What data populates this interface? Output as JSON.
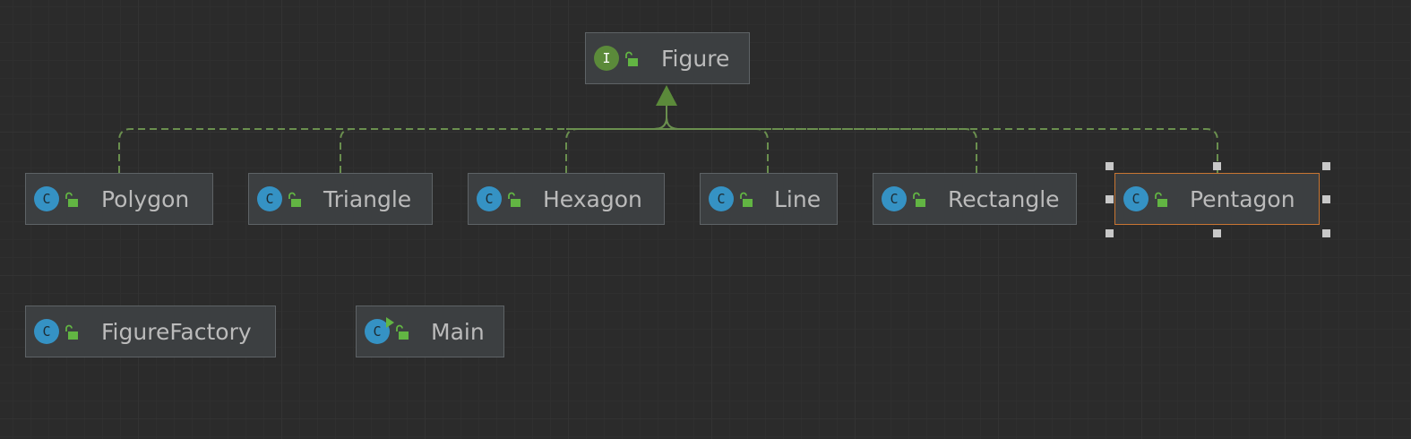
{
  "diagram": {
    "interface_node": {
      "name": "Figure",
      "kind": "interface",
      "kind_letter": "I",
      "visibility_icon": "public-unlock-icon"
    },
    "class_nodes": [
      {
        "name": "Polygon",
        "kind": "class",
        "kind_letter": "C"
      },
      {
        "name": "Triangle",
        "kind": "class",
        "kind_letter": "C"
      },
      {
        "name": "Hexagon",
        "kind": "class",
        "kind_letter": "C"
      },
      {
        "name": "Line",
        "kind": "class",
        "kind_letter": "C"
      },
      {
        "name": "Rectangle",
        "kind": "class",
        "kind_letter": "C"
      },
      {
        "name": "Pentagon",
        "kind": "class",
        "kind_letter": "C",
        "selected": true
      }
    ],
    "standalone_nodes": [
      {
        "name": "FigureFactory",
        "kind": "class",
        "kind_letter": "C"
      },
      {
        "name": "Main",
        "kind": "class",
        "kind_letter": "C",
        "runnable": true
      }
    ],
    "relations": [
      {
        "from": "Polygon",
        "to": "Figure",
        "type": "implements"
      },
      {
        "from": "Triangle",
        "to": "Figure",
        "type": "implements"
      },
      {
        "from": "Hexagon",
        "to": "Figure",
        "type": "implements"
      },
      {
        "from": "Line",
        "to": "Figure",
        "type": "implements"
      },
      {
        "from": "Rectangle",
        "to": "Figure",
        "type": "implements"
      },
      {
        "from": "Pentagon",
        "to": "Figure",
        "type": "implements"
      }
    ],
    "colors": {
      "background": "#2b2b2b",
      "node_fill": "#3c3f41",
      "node_border": "#5e6366",
      "selected_border": "#c87533",
      "text": "#bbbbbb",
      "relation_line": "#6a8f4e",
      "arrow_fill": "#5b8a3a",
      "interface_icon": "#5b8a3a",
      "class_icon": "#3592c4",
      "lock_icon": "#62b543"
    }
  }
}
